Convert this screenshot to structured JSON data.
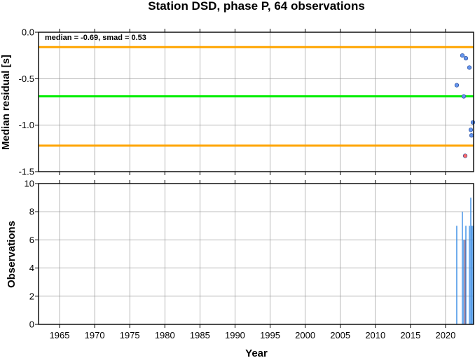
{
  "chart_data": {
    "type": "scatter",
    "title": "Station DSD, phase P, 64 observations",
    "xlabel": "Year",
    "xlim": [
      1962,
      2024
    ],
    "xticks": [
      "1965",
      "1970",
      "1975",
      "1980",
      "1985",
      "1990",
      "1995",
      "2000",
      "2005",
      "2010",
      "2015",
      "2020"
    ],
    "grid": true,
    "colors": {
      "limit_line": "#ffa500",
      "median_line": "#00ee00",
      "point_normal": "#6495ed",
      "point_outlier": "#ff6a6a",
      "bar_normal": "#3a8ee6",
      "bar_outlier": "#c0392b"
    },
    "residuals": {
      "ylabel": "Median residual [s]",
      "ylim": [
        -1.5,
        0.0
      ],
      "yticks": [
        "0.0",
        "-0.5",
        "-1.0",
        "-1.5"
      ],
      "annotation": "median = -0.69, smad = 0.53",
      "median": -0.69,
      "upper_limit": -0.16,
      "lower_limit": -1.22,
      "points": [
        {
          "x": 2021.6,
          "y": -0.57,
          "outlier": false
        },
        {
          "x": 2022.4,
          "y": -0.25,
          "outlier": false
        },
        {
          "x": 2022.6,
          "y": -0.69,
          "outlier": false
        },
        {
          "x": 2022.8,
          "y": -1.33,
          "outlier": true
        },
        {
          "x": 2022.9,
          "y": -0.28,
          "outlier": false
        },
        {
          "x": 2023.4,
          "y": -0.38,
          "outlier": false
        },
        {
          "x": 2023.6,
          "y": -1.05,
          "outlier": false
        },
        {
          "x": 2023.7,
          "y": -1.11,
          "outlier": false
        },
        {
          "x": 2023.9,
          "y": -0.97,
          "outlier": false
        }
      ]
    },
    "observations": {
      "ylabel": "Observations",
      "ylim": [
        0,
        10
      ],
      "yticks": [
        "0",
        "2",
        "4",
        "6",
        "8",
        "10"
      ],
      "bars": [
        {
          "x": 2021.6,
          "count": 7,
          "outlier": false
        },
        {
          "x": 2022.4,
          "count": 8,
          "outlier": false
        },
        {
          "x": 2022.6,
          "count": 6,
          "outlier": false
        },
        {
          "x": 2022.8,
          "count": 6,
          "outlier": true
        },
        {
          "x": 2022.9,
          "count": 7,
          "outlier": false
        },
        {
          "x": 2023.4,
          "count": 7,
          "outlier": false
        },
        {
          "x": 2023.6,
          "count": 9,
          "outlier": false
        },
        {
          "x": 2023.7,
          "count": 7,
          "outlier": false
        },
        {
          "x": 2023.9,
          "count": 7,
          "outlier": false
        }
      ]
    }
  }
}
